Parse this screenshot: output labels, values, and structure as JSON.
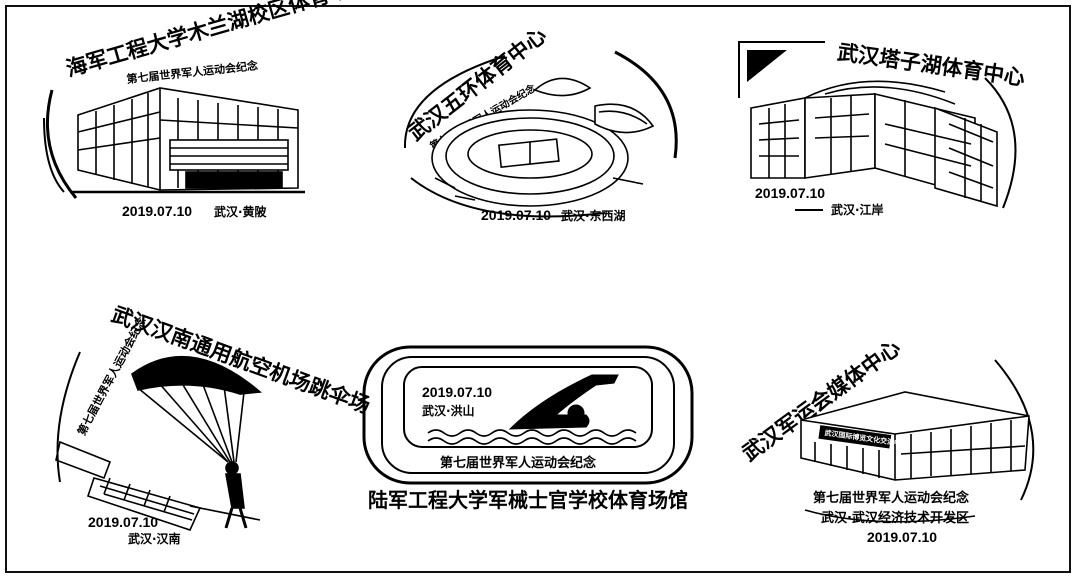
{
  "stamps": [
    {
      "title": "海军工程大学木兰湖校区体育场馆",
      "subtitle": "第七届世界军人运动会纪念",
      "date": "2019.07.10",
      "location": "武汉·黄陂",
      "icon": "stadium-building-icon"
    },
    {
      "title": "武汉五环体育中心",
      "subtitle": "第七届世界军人运动会纪念",
      "date": "2019.07.10",
      "location": "武汉·东西湖",
      "icon": "oval-stadium-icon"
    },
    {
      "title": "武汉塔子湖体育中心",
      "date": "2019.07.10",
      "location": "武汉·江岸",
      "icon": "sports-center-building-icon"
    },
    {
      "title": "武汉汉南通用航空机场跳伞场",
      "subtitle": "第七届世界军人运动会纪念",
      "date": "2019.07.10",
      "location": "武汉·汉南",
      "icon": "parachute-icon"
    },
    {
      "title": "陆军工程大学军械士官学校体育场馆",
      "subtitle": "第七届世界军人运动会纪念",
      "date": "2019.07.10",
      "location": "武汉·洪山",
      "icon": "swimmer-icon"
    },
    {
      "title": "武汉军运会媒体中心",
      "subtitle": "第七届世界军人运动会纪念",
      "location": "武汉·武汉经济技术开发区",
      "date": "2019.07.10",
      "building_sign": "武汉国际博览文化交流中心",
      "icon": "media-center-building-icon"
    }
  ]
}
